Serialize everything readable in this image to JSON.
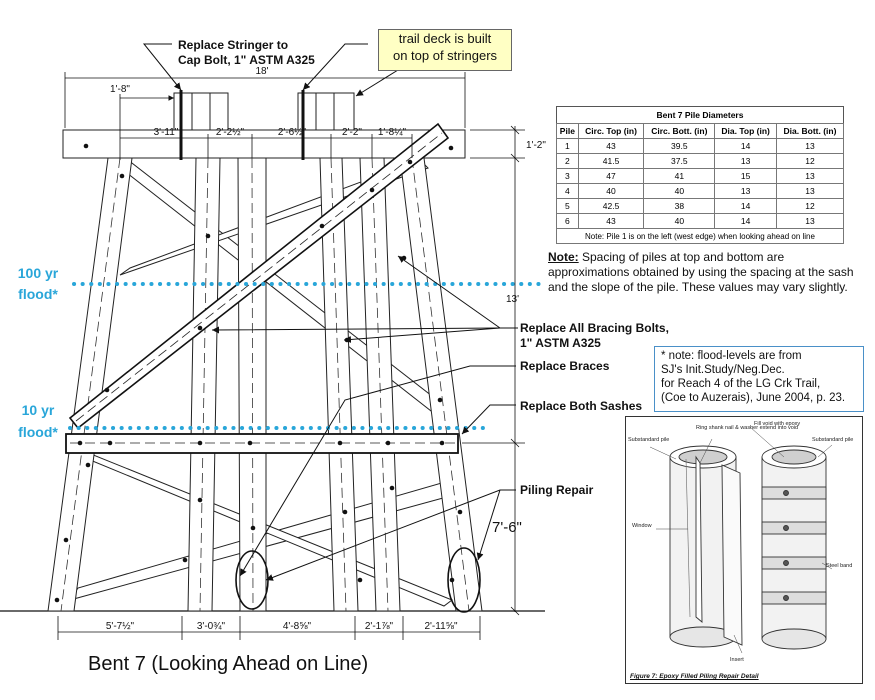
{
  "labels": {
    "replace_stringer_1": "Replace Stringer to",
    "replace_stringer_2": "Cap Bolt, 1\" ASTM A325",
    "trail_deck_1": "trail deck is built",
    "trail_deck_2": "on top of stringers",
    "bracing_bolts_1": "Replace All Bracing Bolts,",
    "bracing_bolts_2": "1\" ASTM A325",
    "replace_braces": "Replace Braces",
    "replace_sashes": "Replace Both Sashes",
    "piling_repair": "Piling Repair"
  },
  "flood": {
    "yr100_line1": "100 yr",
    "yr100_line2": "flood*",
    "yr10_line1": "10 yr",
    "yr10_line2": "flood*",
    "color": "#29a6d9"
  },
  "dimensions": {
    "overall_top": "18'",
    "offset_top": "1'-8\"",
    "top_spacings": [
      "3'-11\"",
      "2'-2½\"",
      "2'-6½\"",
      "2'-2\"",
      "1'-8¼\""
    ],
    "cap_height": "1'-2\"",
    "upper_height": "13'",
    "lower_height": "7'-6\"",
    "bottom_spacings": [
      "5'-7½\"",
      "3'-0¾\"",
      "4'-8⅝\"",
      "2'-1⅞\"",
      "2'-11⅝\""
    ]
  },
  "title": "Bent 7 (Looking Ahead on Line)",
  "table": {
    "caption": "Bent 7 Pile Diameters",
    "headers": [
      "Pile",
      "Circ. Top (in)",
      "Circ. Bott. (in)",
      "Dia. Top (in)",
      "Dia. Bott. (in)"
    ],
    "rows": [
      [
        "1",
        "43",
        "39.5",
        "14",
        "13"
      ],
      [
        "2",
        "41.5",
        "37.5",
        "13",
        "12"
      ],
      [
        "3",
        "47",
        "41",
        "15",
        "13"
      ],
      [
        "4",
        "40",
        "40",
        "13",
        "13"
      ],
      [
        "5",
        "42.5",
        "38",
        "14",
        "12"
      ],
      [
        "6",
        "43",
        "40",
        "14",
        "13"
      ]
    ],
    "note": "Note: Pile 1 is on the left (west edge) when looking ahead on line"
  },
  "note_paragraph": {
    "heading": "Note:",
    "text": " Spacing of piles at top and bottom are approximations obtained by using the spacing at the sash and the slope of the pile. These values may vary slightly."
  },
  "flood_note": {
    "line1": "* note: flood-levels are from",
    "line2": "SJ's Init.Study/Neg.Dec.",
    "line3": "for Reach 4 of the LG Crk Trail,",
    "line4": "(Coe to Auzerais), June 2004, p. 23."
  },
  "repair_detail": {
    "substandard_pile_left": "Substandard pile",
    "ring_shank": "Ring shank nail & washer extend into void",
    "fill_void": "Fill void with epoxy",
    "substandard_pile_right": "Substandard pile",
    "window": "Window",
    "steel_band": "Steel band",
    "insert": "Insert",
    "caption": "Figure 7: Epoxy Filled Piling Repair Detail"
  }
}
